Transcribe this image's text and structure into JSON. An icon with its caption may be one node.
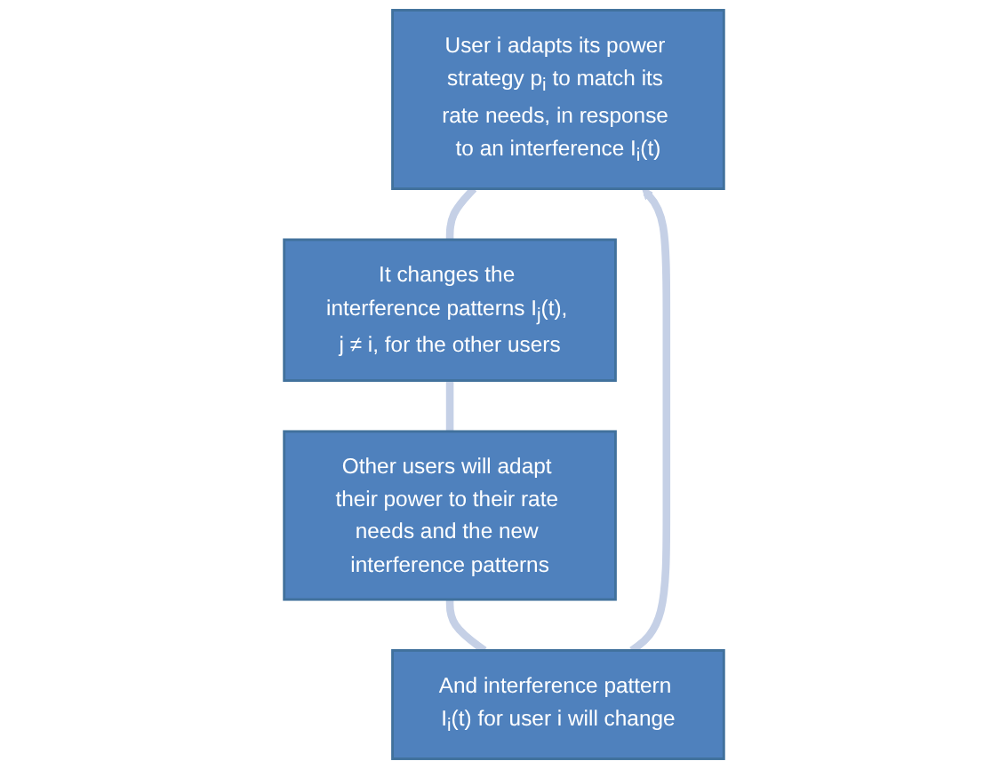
{
  "diagram": {
    "nodes": [
      {
        "text": [
          "User i adapts its power strategy p$_{i}$ to match its rate needs, in response to an interference I$_{i}$(t)"
        ]
      },
      {
        "text": [
          "It changes the interference patterns I$_{j}$(t), j ≠ i, for the other users"
        ]
      },
      {
        "text": [
          "Other users will adapt their power to their rate needs and the new interference patterns"
        ]
      },
      {
        "text": [
          "And interference pattern I$_{i}$(t) for user i will change"
        ]
      }
    ],
    "edges": [
      {
        "from": 0,
        "to": 1,
        "arrow": "none"
      },
      {
        "from": 1,
        "to": 2,
        "arrow": "none"
      },
      {
        "from": 2,
        "to": 3,
        "arrow": "none"
      },
      {
        "from": 3,
        "to": 0,
        "arrow": "to"
      }
    ]
  }
}
